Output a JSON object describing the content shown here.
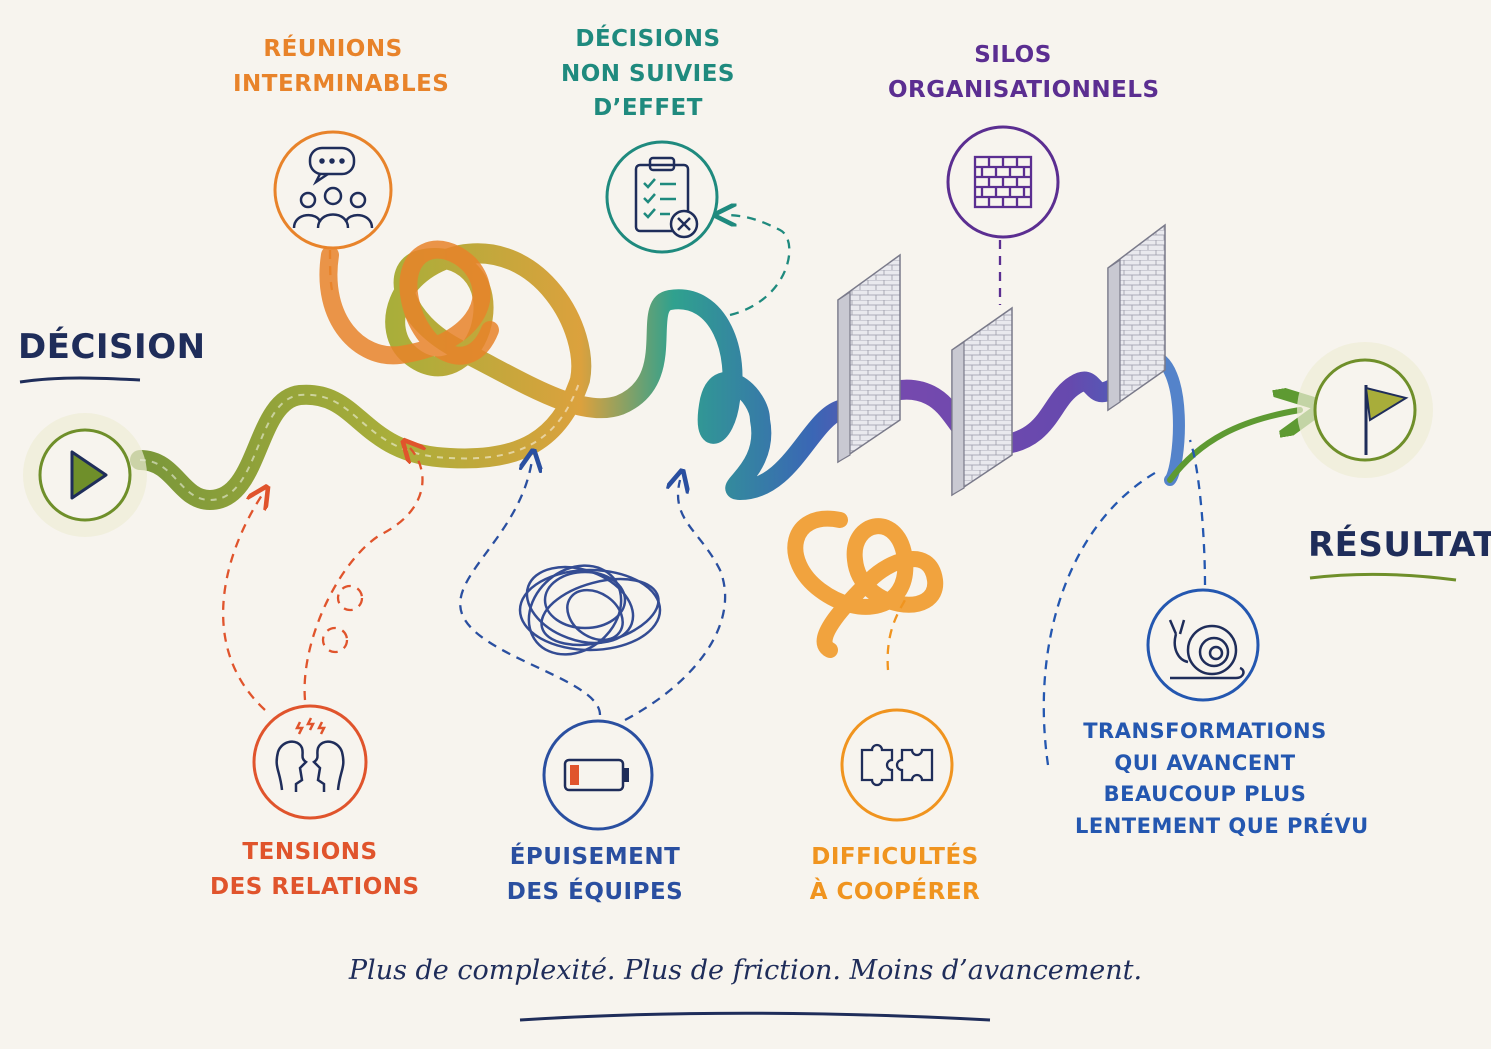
{
  "start": {
    "label": "DÉCISION",
    "icon": "play-icon"
  },
  "end": {
    "label": "RÉSULTAT",
    "icon": "flag-icon"
  },
  "obstacles": [
    {
      "id": "reunions",
      "lines": [
        "RÉUNIONS",
        "INTERMINABLES"
      ],
      "icon": "meeting-chat-icon",
      "color": "#e8832a"
    },
    {
      "id": "decisions",
      "lines": [
        "DÉCISIONS",
        "NON SUIVIES",
        "D’EFFET"
      ],
      "icon": "clipboard-x-icon",
      "color": "#1f8a7e"
    },
    {
      "id": "silos",
      "lines": [
        "SILOS",
        "ORGANISATIONNELS"
      ],
      "icon": "brick-wall-icon",
      "color": "#5b2e91"
    },
    {
      "id": "tensions",
      "lines": [
        "TENSIONS",
        "DES RELATIONS"
      ],
      "icon": "conflict-heads-icon",
      "color": "#e0542c"
    },
    {
      "id": "epuisement",
      "lines": [
        "ÉPUISEMENT",
        "DES ÉQUIPES"
      ],
      "icon": "low-battery-icon",
      "color": "#2a4fa0"
    },
    {
      "id": "difficultes",
      "lines": [
        "DIFFICULTÉS",
        "À COOPÉRER"
      ],
      "icon": "puzzle-icon",
      "color": "#f0941f"
    },
    {
      "id": "transformations",
      "lines": [
        "TRANSFORMATIONS",
        "QUI AVANCENT",
        "BEAUCOUP PLUS",
        "LENTEMENT QUE PRÉVU"
      ],
      "icon": "snail-icon",
      "color": "#2457b0"
    }
  ],
  "tagline": "Plus de complexité. Plus de friction. Moins d’avancement."
}
